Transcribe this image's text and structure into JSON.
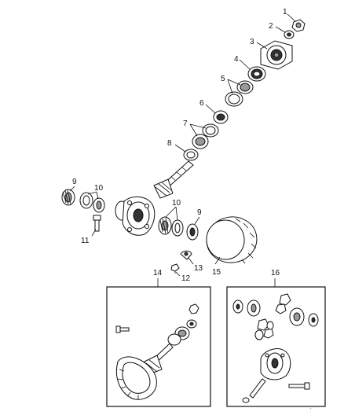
{
  "callouts": {
    "c1": "1",
    "c2": "2",
    "c3": "3",
    "c4": "4",
    "c5": "5",
    "c6": "6",
    "c7": "7",
    "c8": "8",
    "c9a": "9",
    "c10a": "10",
    "c11": "11",
    "c10b": "10",
    "c9b": "9",
    "c12": "12",
    "c13": "13",
    "c14": "14",
    "c15": "15",
    "c16": "16"
  },
  "colors": {
    "line": "#111111",
    "background": "#ffffff"
  }
}
